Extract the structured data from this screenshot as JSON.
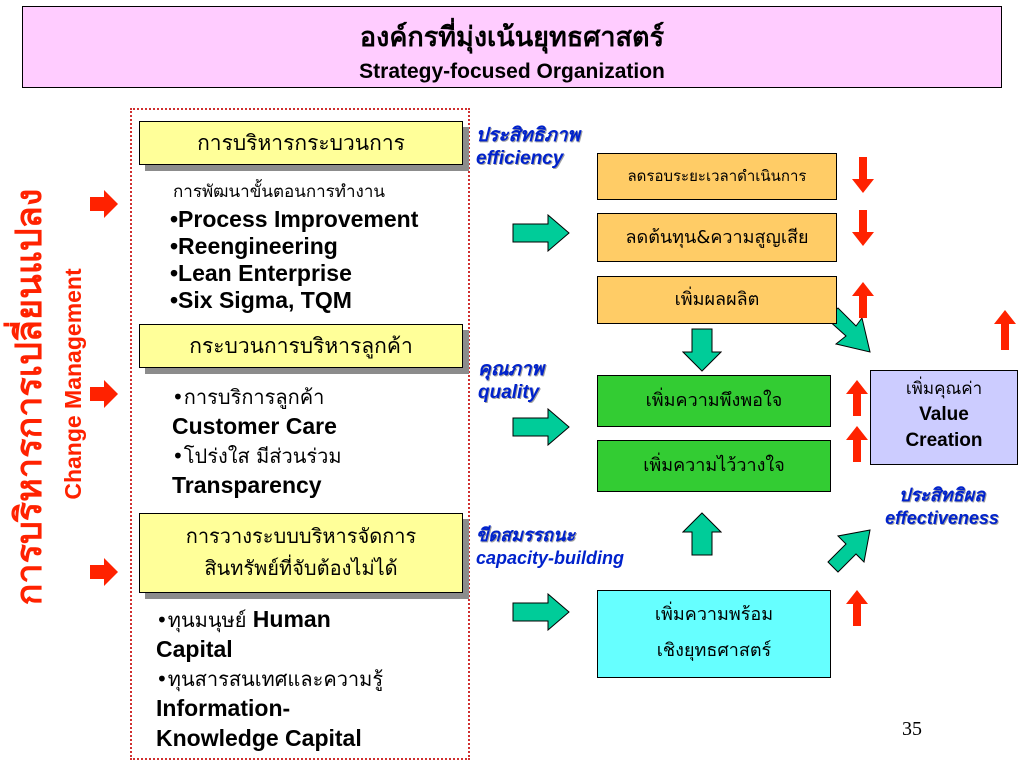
{
  "title": {
    "thai": "องค์กรที่มุ่งเน้นยุทธศาสตร์",
    "english": "Strategy-focused Organization"
  },
  "side": {
    "thai": "การบริหารการเปลี่ยนแปลง",
    "english": "Change Management"
  },
  "section1": {
    "header": "การบริหารกระบวนการ",
    "subtitle": "การพัฒนาขั้นตอนการทำงาน",
    "items": [
      "•Process Improvement",
      "•Reengineering",
      "•Lean Enterprise",
      "•Six Sigma, TQM"
    ]
  },
  "section2": {
    "header": "กระบวนการบริหารลูกค้า",
    "item1_th": "•การบริการลูกค้า",
    "item1_en": "Customer Care",
    "item2_th": "•โปร่งใส มีส่วนร่วม",
    "item2_en": "Transparency"
  },
  "section3": {
    "header_line1": "การวางระบบบริหารจัดการ",
    "header_line2": "สินทรัพย์ที่จับต้องไม่ได้",
    "item1_th": "•ทุนมนุษย์",
    "item1_en": " Human",
    "item1_en2": "Capital",
    "item2_th": "•ทุนสารสนเทศและความรู้",
    "item2_en": "Information-",
    "item2_en2": "Knowledge Capital"
  },
  "labels": {
    "efficiency_th": "ประสิทธิภาพ",
    "efficiency_en": "efficiency",
    "quality_th": "คุณภาพ",
    "quality_en": "quality",
    "capacity_th": "ขีดสมรรถนะ",
    "capacity_en": "capacity-building",
    "effectiveness_th": "ประสิทธิผล",
    "effectiveness_en": "effectiveness"
  },
  "results": {
    "r1": "ลดรอบระยะเวลาดำเนินการ",
    "r2": "ลดต้นทุน&ความสูญเสีย",
    "r3": "เพิ่มผลผลิต",
    "r4": "เพิ่มความพึงพอใจ",
    "r5": "เพิ่มความไว้วางใจ",
    "r6_line1": "เพิ่มความพร้อม",
    "r6_line2": "เชิงยุทธศาสตร์"
  },
  "value": {
    "thai": "เพิ่มคุณค่า",
    "en1": "Value",
    "en2": "Creation"
  },
  "page_number": "35",
  "colors": {
    "title_bg": "#ffccff",
    "accent_red": "#ff2200",
    "box_yellow": "#ffff99",
    "box_orange": "#ffcc66",
    "box_green": "#33cc33",
    "box_cyan": "#66ffff",
    "box_lavender": "#ccccff",
    "arrow_teal": "#00cc99",
    "label_blue": "#0022cc"
  }
}
